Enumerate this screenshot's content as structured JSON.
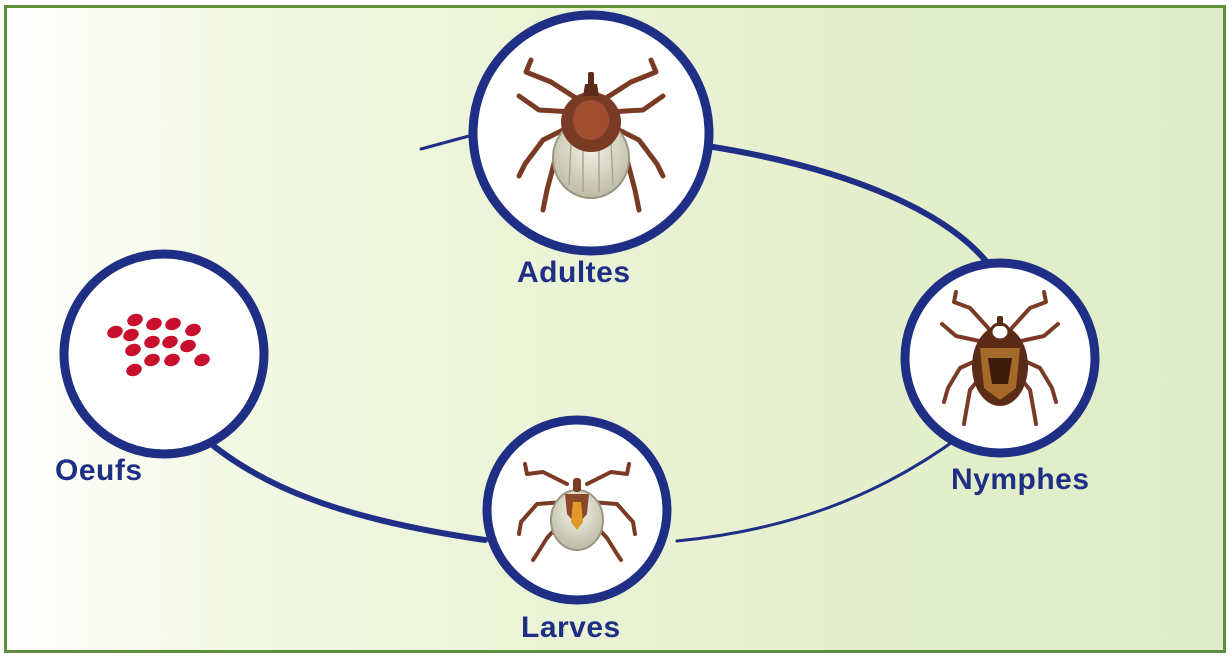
{
  "diagram": {
    "stages": [
      {
        "id": "adultes",
        "label": "Adultes",
        "icon": "adult-tick-icon"
      },
      {
        "id": "nymphes",
        "label": "Nymphes",
        "icon": "nymph-tick-icon"
      },
      {
        "id": "larves",
        "label": "Larves",
        "icon": "larva-tick-icon"
      },
      {
        "id": "oeufs",
        "label": "Oeufs",
        "icon": "eggs-icon"
      }
    ],
    "colors": {
      "cycle_line": "#1f2f86",
      "circle_border": "#1f2f86",
      "label": "#1f2f86",
      "frame_border": "#5e8f3c",
      "egg": "#c8102e",
      "tick_body": "#7a3b24",
      "tick_abdomen": "#d9d7c4"
    }
  }
}
